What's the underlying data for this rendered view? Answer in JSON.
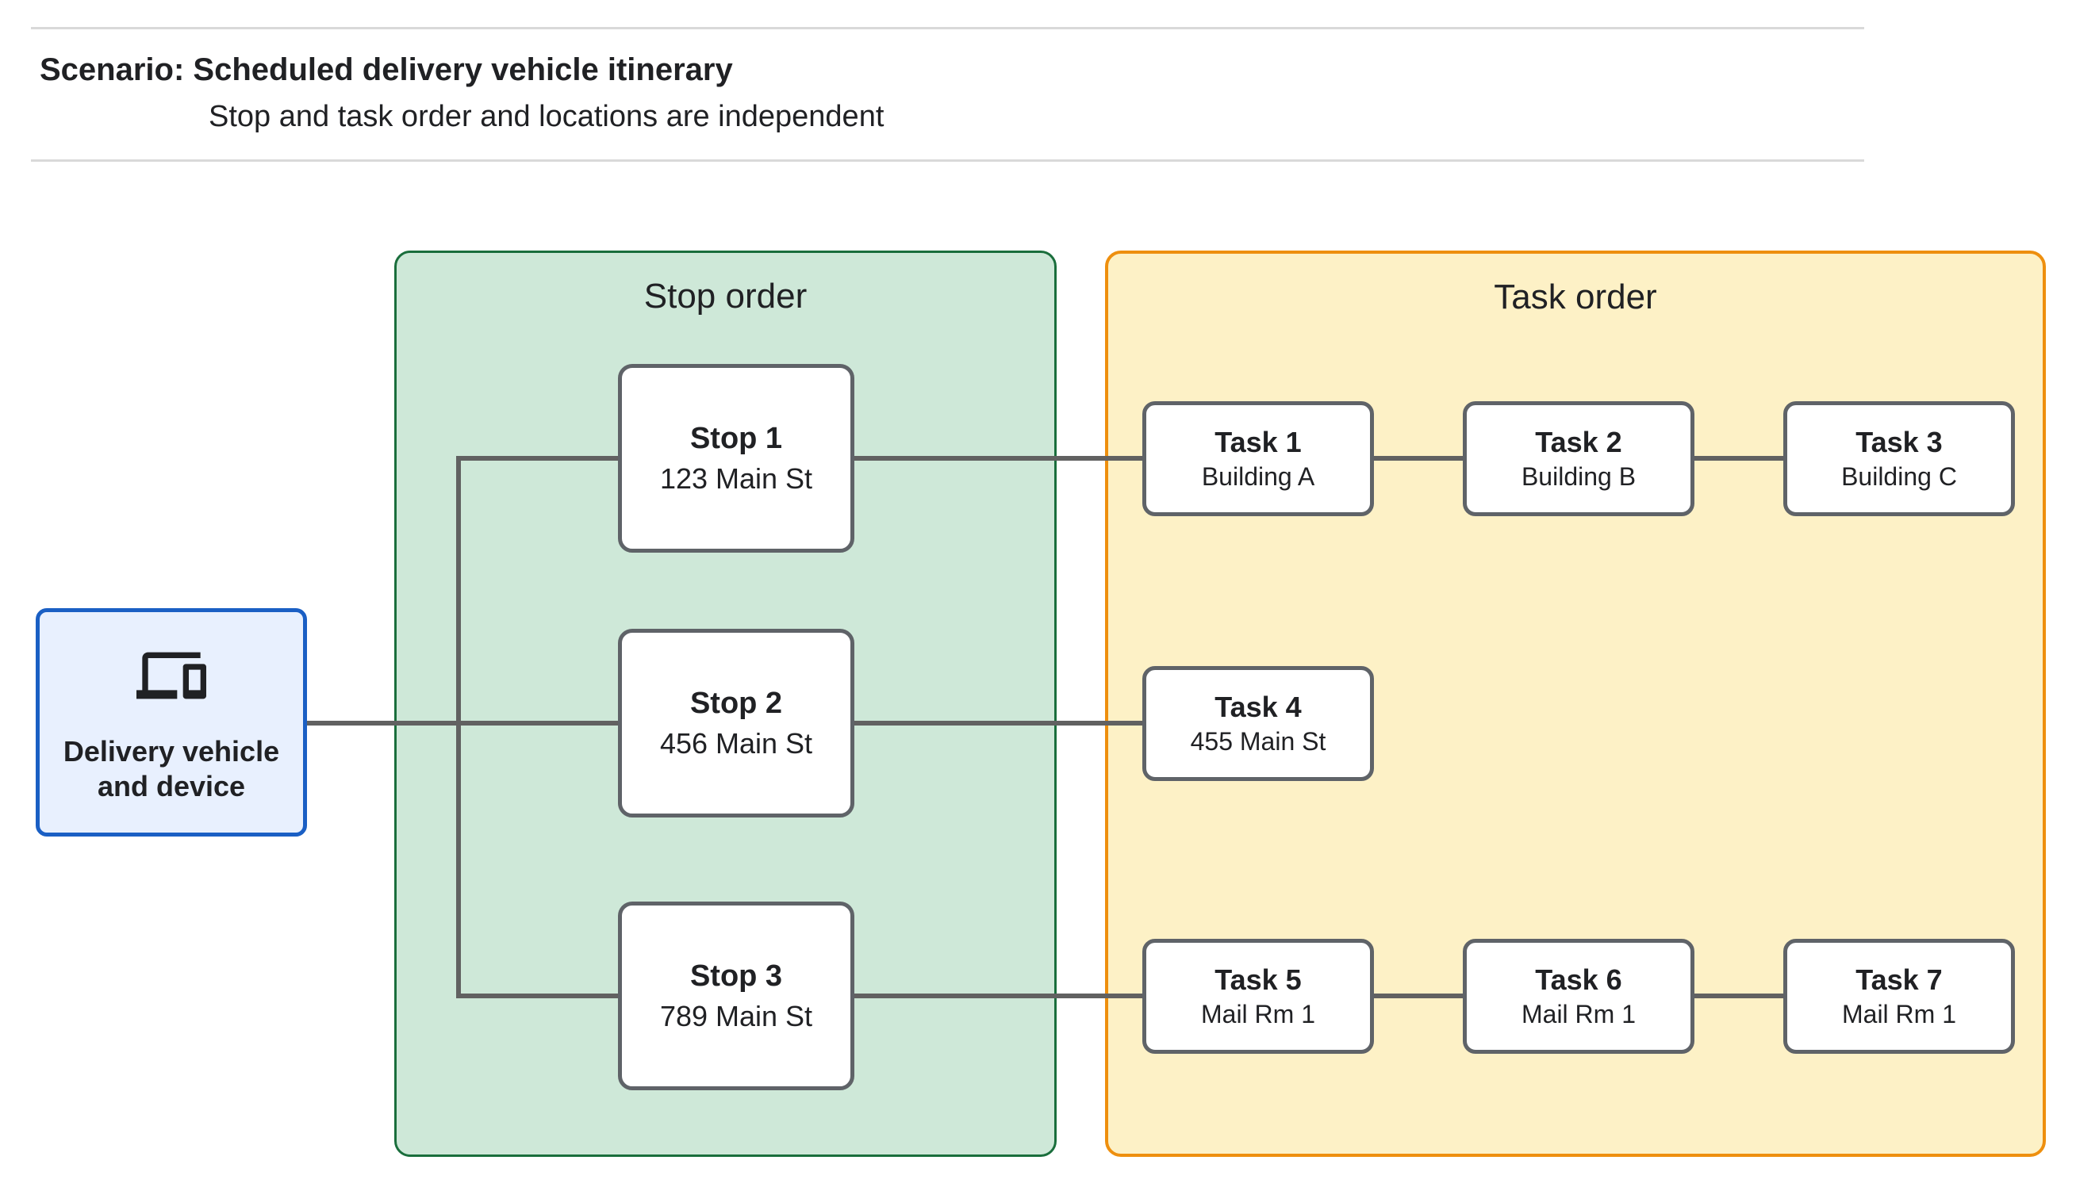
{
  "header": {
    "title": "Scenario: Scheduled delivery vehicle itinerary",
    "subtitle": "Stop and task order and locations are independent"
  },
  "panels": {
    "stop_order": {
      "label": "Stop order"
    },
    "task_order": {
      "label": "Task order"
    }
  },
  "vehicle": {
    "label": "Delivery vehicle and device",
    "icon": "devices-icon"
  },
  "stops": [
    {
      "title": "Stop 1",
      "location": "123 Main St"
    },
    {
      "title": "Stop 2",
      "location": "456 Main St"
    },
    {
      "title": "Stop 3",
      "location": "789 Main St"
    }
  ],
  "tasks": [
    {
      "title": "Task 1",
      "location": "Building A"
    },
    {
      "title": "Task 2",
      "location": "Building B"
    },
    {
      "title": "Task 3",
      "location": "Building C"
    },
    {
      "title": "Task 4",
      "location": "455 Main St"
    },
    {
      "title": "Task 5",
      "location": "Mail Rm 1"
    },
    {
      "title": "Task 6",
      "location": "Mail Rm 1"
    },
    {
      "title": "Task 7",
      "location": "Mail Rm 1"
    }
  ],
  "colors": {
    "text": "#202124",
    "rule": "#d9d9d9",
    "stop_panel_fill": "#cee8d8",
    "stop_panel_border": "#1a6e3c",
    "task_panel_fill": "#fdf1c6",
    "task_panel_border": "#ee8f0e",
    "vehicle_fill": "#e8f0fe",
    "vehicle_border": "#1a5fc4",
    "node_border": "#5f6368",
    "connector": "#616161",
    "icon": "#202124"
  }
}
